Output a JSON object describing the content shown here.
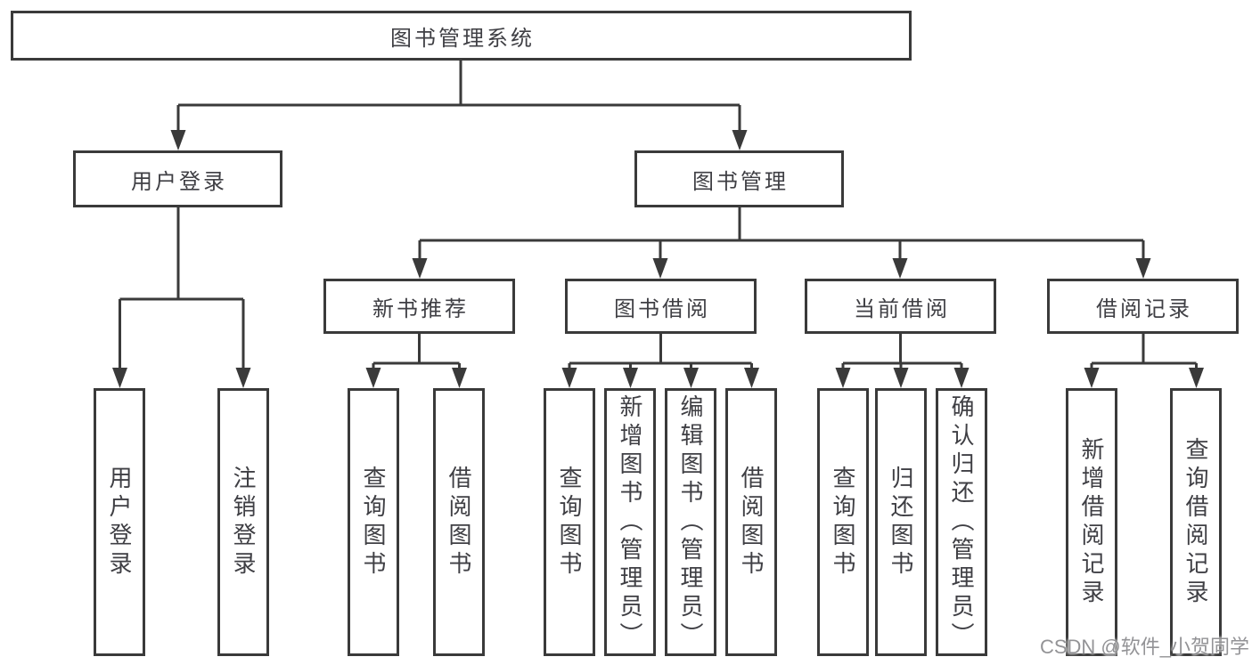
{
  "diagram": {
    "title": "图书管理系统",
    "watermark": "CSDN @软件_小贺同学",
    "colors": {
      "line": "#3a3a3a",
      "text": "#3f3f44",
      "background": "#ffffff",
      "watermark_gray": "#8a8a8d"
    },
    "nodes": {
      "root": "图书管理系统",
      "user_login_branch": "用户登录",
      "book_mgmt_branch": "图书管理",
      "new_book_rec_branch": "新书推荐",
      "book_borrow_branch": "图书借阅",
      "current_borrow_branch": "当前借阅",
      "borrow_records_branch": "借阅记录",
      "leaf_user_login": "用户登录",
      "leaf_logout": "注销登录",
      "leaf_query_book_rec": "查询图书",
      "leaf_borrow_book_rec": "借阅图书",
      "leaf_query_book_borrow": "查询图书",
      "leaf_add_book_admin": "新增图书（管理员）",
      "leaf_edit_book_admin": "编辑图书（管理员）",
      "leaf_borrow_book_borrow": "借阅图书",
      "leaf_query_book_current": "查询图书",
      "leaf_return_book": "归还图书",
      "leaf_confirm_return_admin": "确认归还（管理员）",
      "leaf_add_borrow_record": "新增借阅记录",
      "leaf_query_borrow_record": "查询借阅记录"
    },
    "hierarchy": {
      "图书管理系统": {
        "用户登录": [
          "用户登录",
          "注销登录"
        ],
        "图书管理": {
          "新书推荐": [
            "查询图书",
            "借阅图书"
          ],
          "图书借阅": [
            "查询图书",
            "新增图书（管理员）",
            "编辑图书（管理员）",
            "借阅图书"
          ],
          "当前借阅": [
            "查询图书",
            "归还图书",
            "确认归还（管理员）"
          ],
          "借阅记录": [
            "新增借阅记录",
            "查询借阅记录"
          ]
        }
      }
    }
  }
}
